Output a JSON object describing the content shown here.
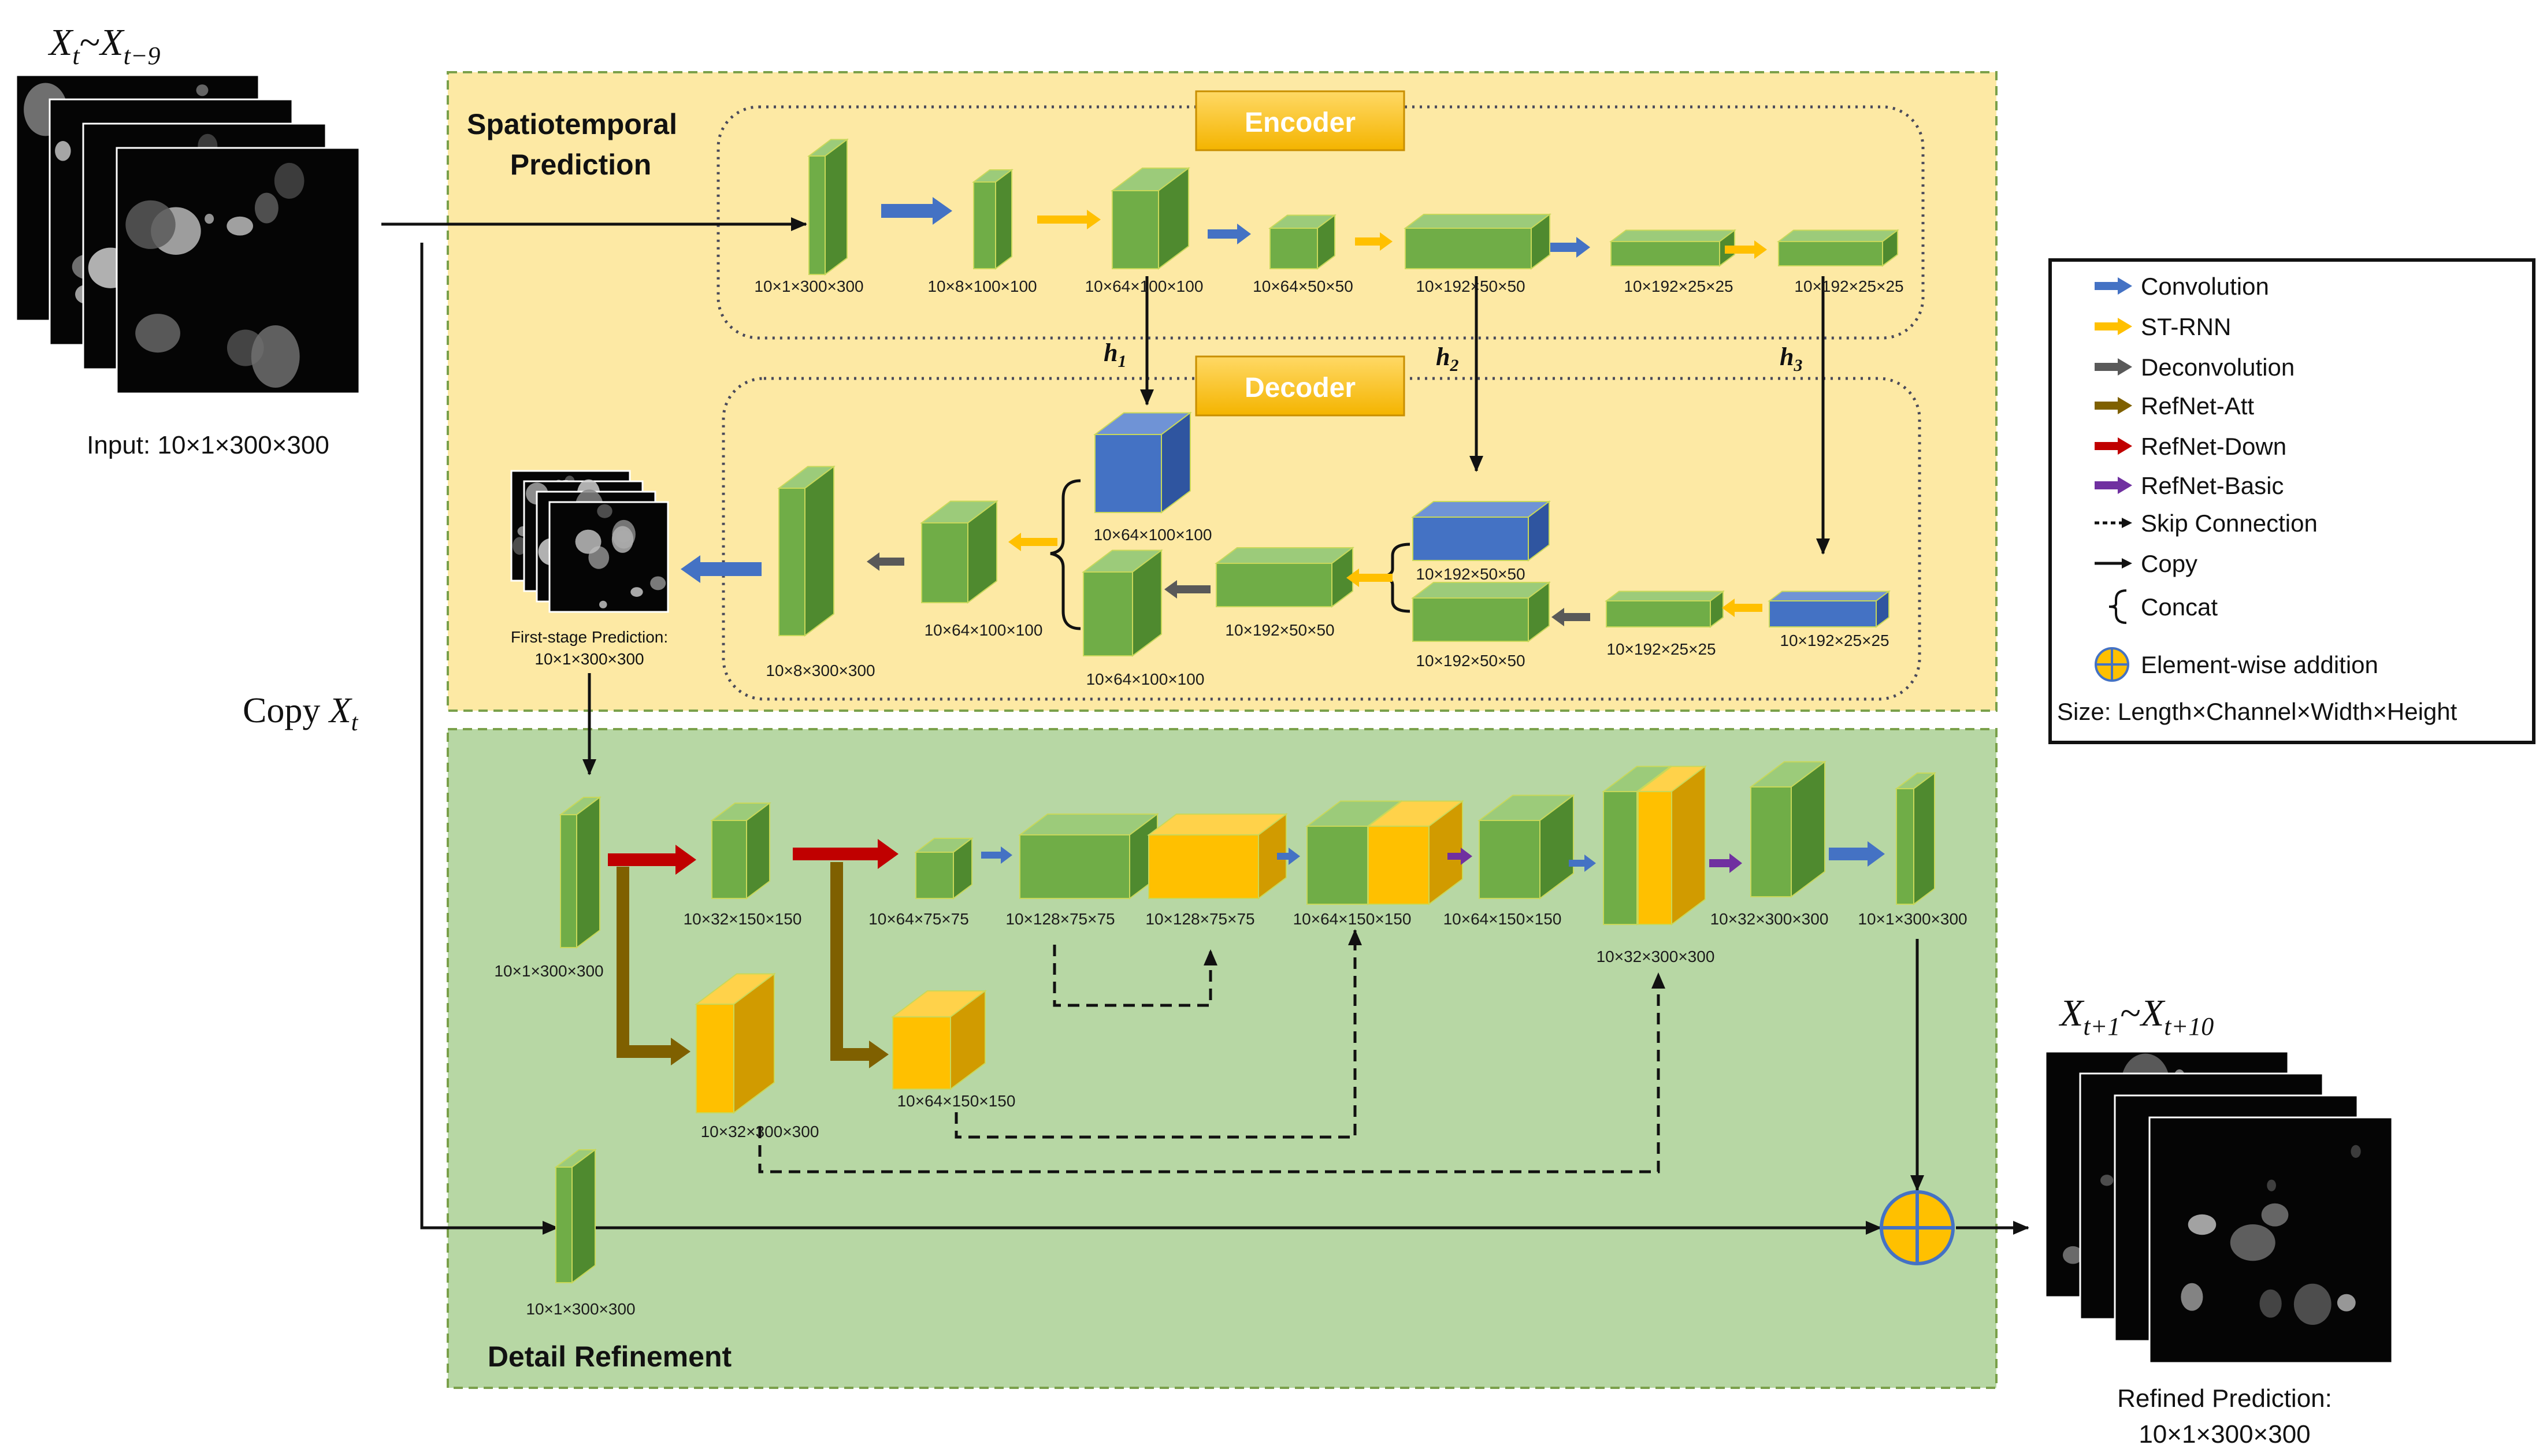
{
  "input": {
    "title_base": "X",
    "title_sub1": "t",
    "title_sep": "~",
    "title_sub2": "t−9",
    "label": "Input: 10×1×300×300"
  },
  "copy_label": {
    "text": "Copy ",
    "var": "X",
    "sub": "t"
  },
  "output": {
    "title_base": "X",
    "title_sub1": "t+1",
    "title_sep": "~",
    "title_sub2": "t+10",
    "label_line1": "Refined Prediction:",
    "label_line2": "10×1×300×300"
  },
  "sections": {
    "spatiotemporal": {
      "line1": "Spatiotemporal",
      "line2": "Prediction"
    },
    "refinement": {
      "title": "Detail Refinement"
    }
  },
  "encoder": {
    "title": "Encoder",
    "dims": [
      "10×1×300×300",
      "10×8×100×100",
      "10×64×100×100",
      "10×64×50×50",
      "10×192×50×50",
      "10×192×25×25",
      "10×192×25×25"
    ]
  },
  "hidden": [
    {
      "base": "h",
      "sub": "1"
    },
    {
      "base": "h",
      "sub": "2"
    },
    {
      "base": "h",
      "sub": "3"
    }
  ],
  "decoder": {
    "title": "Decoder",
    "dims": {
      "d64_top": "10×64×100×100",
      "d64_mid": "10×64×100×100",
      "d64_bot": "10×64×100×100",
      "d8": "10×8×300×300",
      "d192_mid": "10×192×50×50",
      "d192_blue": "10×192×50×50",
      "d192_bot": "10×192×50×50",
      "d192_25": "10×192×25×25",
      "d192_25b": "10×192×25×25"
    },
    "first_stage_line1": "First-stage Prediction:",
    "first_stage_line2": "10×1×300×300"
  },
  "refinement": {
    "dims": {
      "r1": "10×1×300×300",
      "r2": "10×32×150×150",
      "r3": "10×64×75×75",
      "r4": "10×128×75×75",
      "r5": "10×128×75×75",
      "r6": "10×64×150×150",
      "r7": "10×64×150×150",
      "r8": "10×32×300×300",
      "r9": "10×32×300×300",
      "r10": "10×1×300×300",
      "att1": "10×32×300×300",
      "att2": "10×64×150×150",
      "copy": "10×1×300×300"
    }
  },
  "legend": {
    "items": [
      {
        "icon": "blue-arrow-icon",
        "label": "Convolution"
      },
      {
        "icon": "yellow-arrow-icon",
        "label": "ST-RNN"
      },
      {
        "icon": "gray-arrow-icon",
        "label": "Deconvolution"
      },
      {
        "icon": "brown-arrow-icon",
        "label": "RefNet-Att"
      },
      {
        "icon": "red-arrow-icon",
        "label": "RefNet-Down"
      },
      {
        "icon": "purple-arrow-icon",
        "label": "RefNet-Basic"
      },
      {
        "icon": "dashed-arrow-icon",
        "label": "Skip Connection"
      },
      {
        "icon": "black-arrow-icon",
        "label": "Copy"
      },
      {
        "icon": "brace-icon",
        "label": "Concat"
      },
      {
        "icon": "plus-circle-icon",
        "label": "Element-wise addition"
      }
    ],
    "size_note": "Size: Length×Channel×Width×Height"
  },
  "colors": {
    "st_panel": "#fde9a4",
    "dr_panel": "#b7d7a4",
    "panel_border": "#7aa04a",
    "green_front": "#70ad47",
    "green_top": "#9ccb7a",
    "green_side": "#4f8a2f",
    "yellow_front": "#ffc000",
    "yellow_top": "#ffd24a",
    "yellow_side": "#d19b00",
    "blue_front": "#4472c4",
    "blue_top": "#6f93d6",
    "blue_side": "#2f55a0",
    "conv_arrow": "#4472c4",
    "strnn_arrow": "#ffc000",
    "deconv_arrow": "#595959",
    "att_arrow": "#7f6000",
    "down_arrow": "#c00000",
    "basic_arrow": "#7030a0"
  }
}
